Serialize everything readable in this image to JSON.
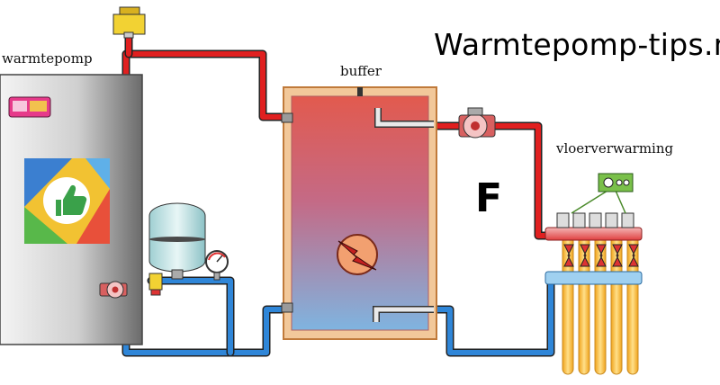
{
  "site_title": "Warmtepomp-tips.nl",
  "labels": {
    "heat_pump": "warmtepomp",
    "buffer": "buffer",
    "floor_heating": "vloerverwarming",
    "marker": "F"
  },
  "colors": {
    "supply_pipe": "#e02020",
    "return_pipe": "#2f86d8",
    "buffer_border": "#e8a86a",
    "thumb_icon_green": "#3aa14a"
  },
  "icons": [
    "thumbs-up-icon",
    "lightning-icon",
    "valve-icon",
    "pressure-gauge-icon",
    "circulation-pump-icon"
  ]
}
